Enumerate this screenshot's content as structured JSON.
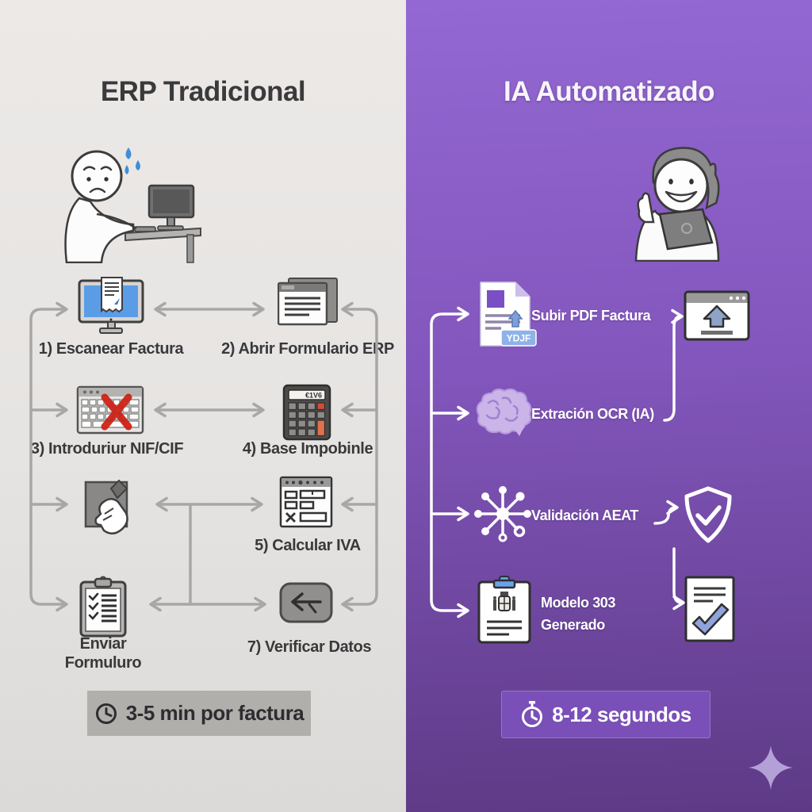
{
  "left_panel": {
    "title": "ERP Tradicional",
    "steps": {
      "step1": "1) Escanear Factura",
      "step2": "2) Abrir Formulario ERP",
      "step3": "3) Introduriur NIF/CIF",
      "step4": "4) Base Impobinle",
      "step5": "5) Calcular IVA",
      "step6": "Enviar\nFormuluro",
      "step7": "7) Verificar Datos"
    },
    "calculator_display": "€1V6",
    "time_badge": "3-5 min por factura",
    "icons": [
      "scan-monitor-icon",
      "erp-window-icon",
      "keyboard-error-icon",
      "calculator-icon",
      "sign-document-icon",
      "form-window-icon",
      "clipboard-checklist-icon",
      "verify-arrow-icon",
      "clock-icon",
      "stressed-person-illustration"
    ]
  },
  "right_panel": {
    "title": "IA Automatizado",
    "steps": {
      "step1": "Subir PDF Factura",
      "step2": "Extración OCR (IA)",
      "step3": "Validación AEAT",
      "step4": "Modelo 303\nGenerado"
    },
    "pdf_badge": "YDJF",
    "time_badge": "8-12 segundos",
    "icons": [
      "pdf-document-icon",
      "browser-upload-icon",
      "brain-icon",
      "network-nodes-icon",
      "shield-check-icon",
      "clipboard-spain-icon",
      "document-check-icon",
      "stopwatch-icon",
      "sparkle-icon",
      "happy-person-illustration"
    ]
  },
  "colors": {
    "left_bg": "#e8e6e4",
    "right_bg_top": "#9468d2",
    "right_bg_bottom": "#5e3a86",
    "connector_left": "#a7a7a7",
    "connector_right": "#ffffff",
    "error_red": "#cc2418",
    "screen_blue": "#5b9ce6",
    "badge_gray": "#b1afac",
    "badge_purple": "#7a4fb8",
    "brain_purple": "#cab4e8",
    "check_blue": "#8fa3dd"
  }
}
